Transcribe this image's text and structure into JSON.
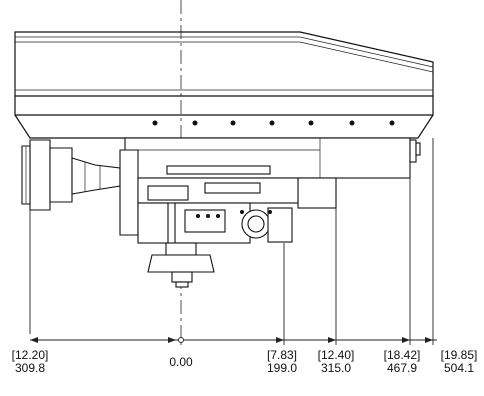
{
  "drawing": {
    "centerline_value": "0.00",
    "dimensions": [
      {
        "id": "left-overall",
        "inch": "[12.20]",
        "mm": "309.8"
      },
      {
        "id": "center",
        "inch": "",
        "mm": "0.00"
      },
      {
        "id": "right-1",
        "inch": "[7.83]",
        "mm": "199.0"
      },
      {
        "id": "right-2",
        "inch": "[12.40]",
        "mm": "315.0"
      },
      {
        "id": "right-3",
        "inch": "[18.42]",
        "mm": "467.9"
      },
      {
        "id": "right-4",
        "inch": "[19.85]",
        "mm": "504.1"
      }
    ]
  }
}
